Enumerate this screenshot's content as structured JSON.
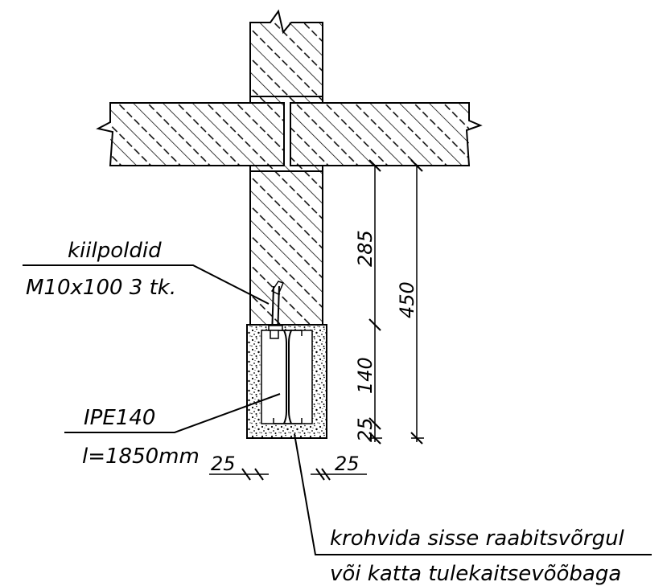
{
  "annotations": {
    "anchor_label_1": "kiilpoldid",
    "anchor_label_2": "M10x100 3 tk.",
    "beam_label_1": "IPE140",
    "beam_label_2": "l=1850mm",
    "cover_left": "25",
    "cover_right": "25",
    "note_line_1": "krohvida sisse raabitsvõrgul",
    "note_line_2": "või katta tulekaitsevõõbaga"
  },
  "dimensions": {
    "d285": "285",
    "d450": "450",
    "d140": "140",
    "d25": "25"
  },
  "colors": {
    "line": "#000000",
    "background": "#ffffff"
  }
}
